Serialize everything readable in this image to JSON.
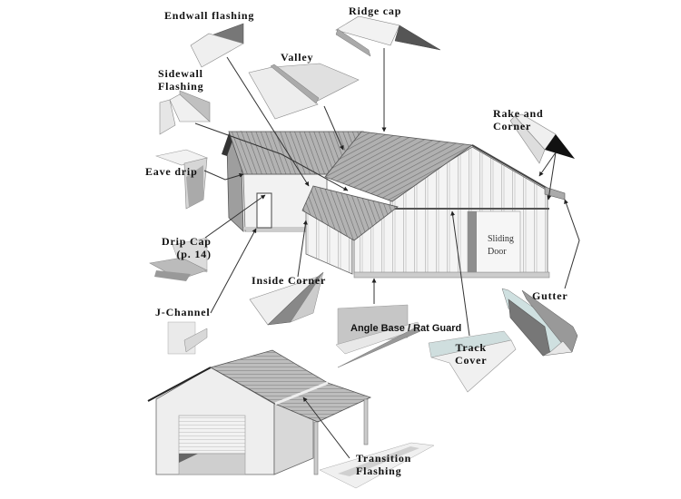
{
  "diagram": {
    "labels": {
      "endwall_flashing": "Endwall flashing",
      "ridge_cap": "Ridge cap",
      "valley": "Valley",
      "sidewall_flashing_1": "Sidewall",
      "sidewall_flashing_2": "Flashing",
      "rake_and_corner_1": "Rake and",
      "rake_and_corner_2": "Corner",
      "eave_drip": "Eave drip",
      "drip_cap_1": "Drip Cap",
      "drip_cap_2": "(p. 14)",
      "inside_corner": "Inside Corner",
      "j_channel": "J-Channel",
      "angle_base": "Angle Base / Rat Guard",
      "track_cover_1": "Track",
      "track_cover_2": "Cover",
      "gutter": "Gutter",
      "transition_flashing_1": "Transition",
      "transition_flashing_2": "Flashing",
      "sliding_door_1": "Sliding",
      "sliding_door_2": "Door"
    },
    "colors": {
      "line": "#333333",
      "panel_light": "#eeeeee",
      "panel_mid": "#bbbbbb",
      "panel_dark": "#777777",
      "roof": "#9a9a9a"
    }
  }
}
